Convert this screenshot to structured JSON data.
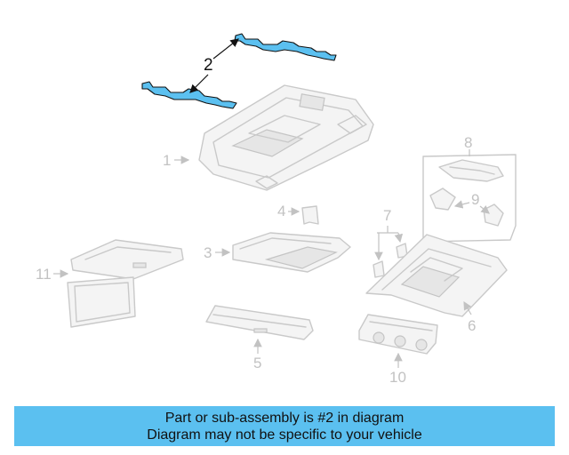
{
  "callouts": {
    "c1": "1",
    "c2": "2",
    "c3": "3",
    "c4": "4",
    "c5": "5",
    "c6": "6",
    "c7": "7",
    "c8": "8",
    "c9": "9",
    "c10": "10",
    "c11": "11"
  },
  "highlight_color": "#5bc0f0",
  "highlighted_part": "2",
  "caption": {
    "line1": "Part or sub-assembly is #2 in diagram",
    "line2": "Diagram may not be specific to your vehicle"
  }
}
